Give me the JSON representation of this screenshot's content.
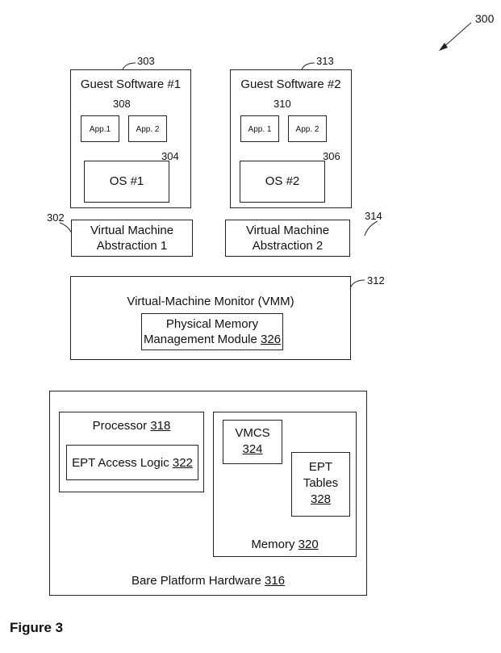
{
  "figure_number": "300",
  "figure_label": "Figure 3",
  "guest1": {
    "ref": "303",
    "title": "Guest Software #1",
    "apps_ref": "308",
    "app1": "App.1",
    "app2": "App. 2",
    "os_ref": "304",
    "os": "OS #1"
  },
  "guest2": {
    "ref": "313",
    "title": "Guest Software #2",
    "apps_ref": "310",
    "app1": "App. 1",
    "app2": "App. 2",
    "os_ref": "306",
    "os": "OS #2"
  },
  "vma1": {
    "ref": "302",
    "line1": "Virtual Machine",
    "line2": "Abstraction 1"
  },
  "vma2": {
    "ref": "314",
    "line1": "Virtual Machine",
    "line2": "Abstraction 2"
  },
  "vmm": {
    "ref": "312",
    "title": "Virtual-Machine Monitor (VMM)",
    "module_line1": "Physical Memory",
    "module_line2": "Management Module",
    "module_num": "326"
  },
  "hardware": {
    "label": "Bare Platform Hardware",
    "num": "316",
    "processor": {
      "label": "Processor",
      "num": "318",
      "logic_label": "EPT Access Logic",
      "logic_num": "322"
    },
    "memory": {
      "label": "Memory",
      "num": "320",
      "vmcs_label": "VMCS",
      "vmcs_num": "324",
      "ept_line1": "EPT",
      "ept_line2": "Tables",
      "ept_num": "328"
    }
  }
}
